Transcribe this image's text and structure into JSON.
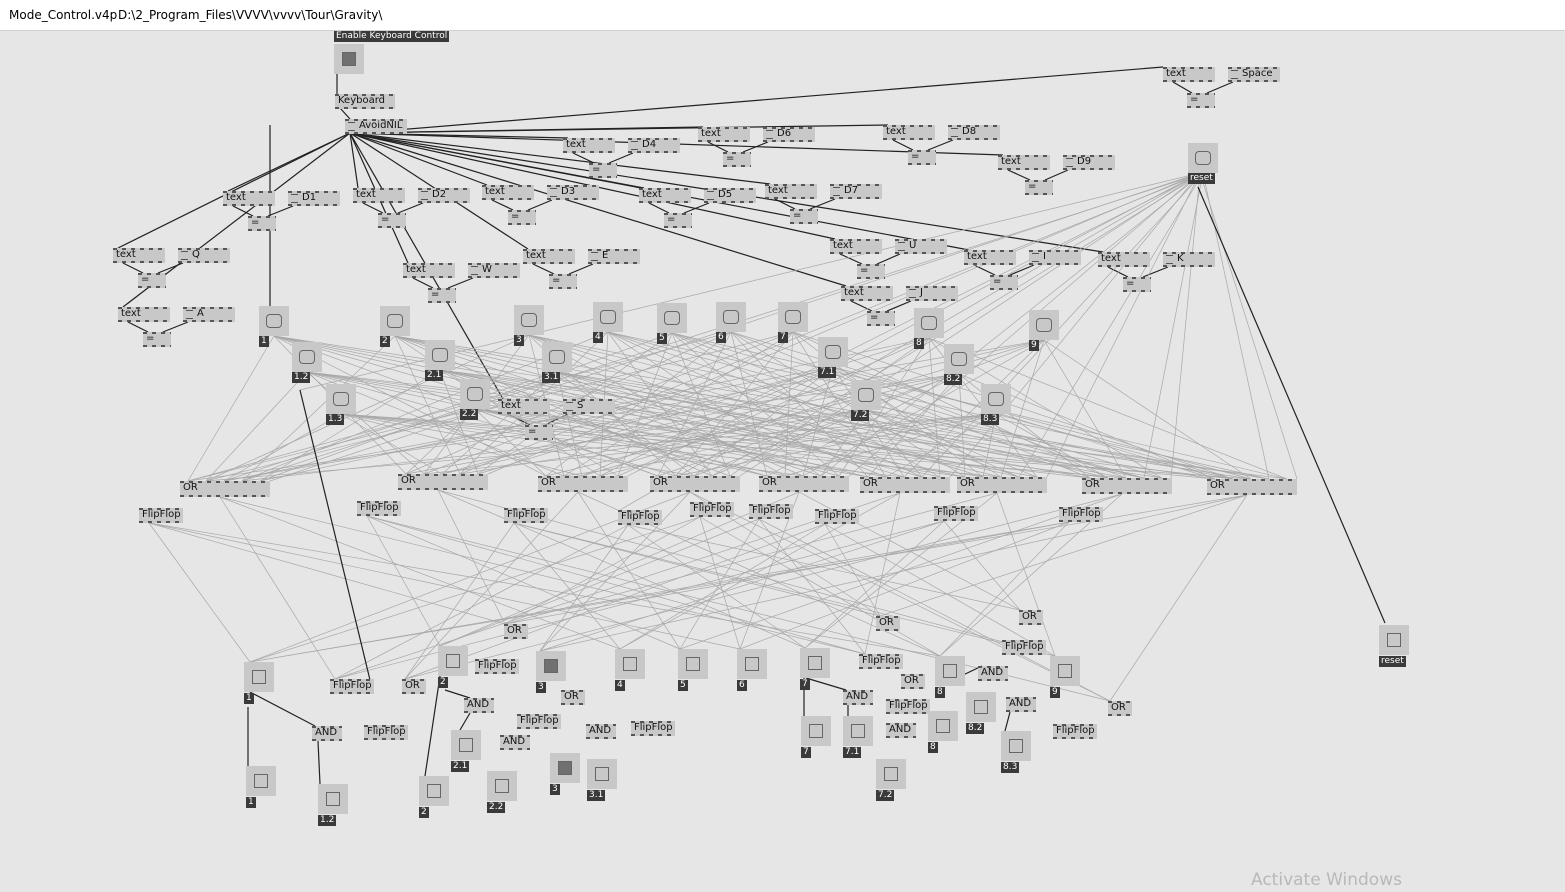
{
  "window": {
    "filename": "Mode_Control.v4p",
    "path": "D:\\2_Program_Files\\VVVV\\vvvv\\Tour\\Gravity\\"
  },
  "header": {
    "enable_label": "Enable Keyboard Control",
    "keyboard": "Keyboard",
    "avoidnil": "AvoidNIL"
  },
  "keys": [
    "Space",
    "D1",
    "D2",
    "D3",
    "D4",
    "D5",
    "D6",
    "D7",
    "D8",
    "D9",
    "Q",
    "W",
    "E",
    "A",
    "S",
    "U",
    "I",
    "J",
    "K"
  ],
  "node_types": {
    "text": "text",
    "eq": "=",
    "or": "OR",
    "and": "AND",
    "flipflop": "FlipFlop"
  },
  "bang_labels": [
    "1",
    "1.2",
    "1.3",
    "2",
    "2.1",
    "2.2",
    "3",
    "3.1",
    "4",
    "5",
    "6",
    "7",
    "7.1",
    "7.2",
    "8",
    "8.2",
    "8.3",
    "9",
    "reset"
  ],
  "toggle_labels": [
    "1",
    "1",
    "1.2",
    "2",
    "2",
    "2.1",
    "2.2",
    "3",
    "3",
    "3.1",
    "4",
    "5",
    "6",
    "7",
    "7",
    "7.1",
    "7.2",
    "8",
    "8",
    "8.2",
    "8.3",
    "9",
    "reset"
  ],
  "watermark": "Activate Windows"
}
